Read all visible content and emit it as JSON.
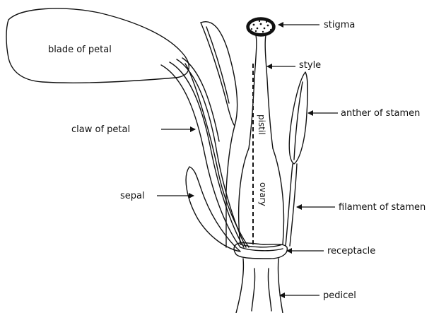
{
  "labels": {
    "blade": "blade of petal",
    "claw": "claw of petal",
    "sepal": "sepal",
    "stigma": "stigma",
    "style": "style",
    "anther": "anther of stamen",
    "filament": "filament of stamen",
    "receptacle": "receptacle",
    "pedicel": "pedicel",
    "pistil": "pistil",
    "ovary": "ovary"
  }
}
